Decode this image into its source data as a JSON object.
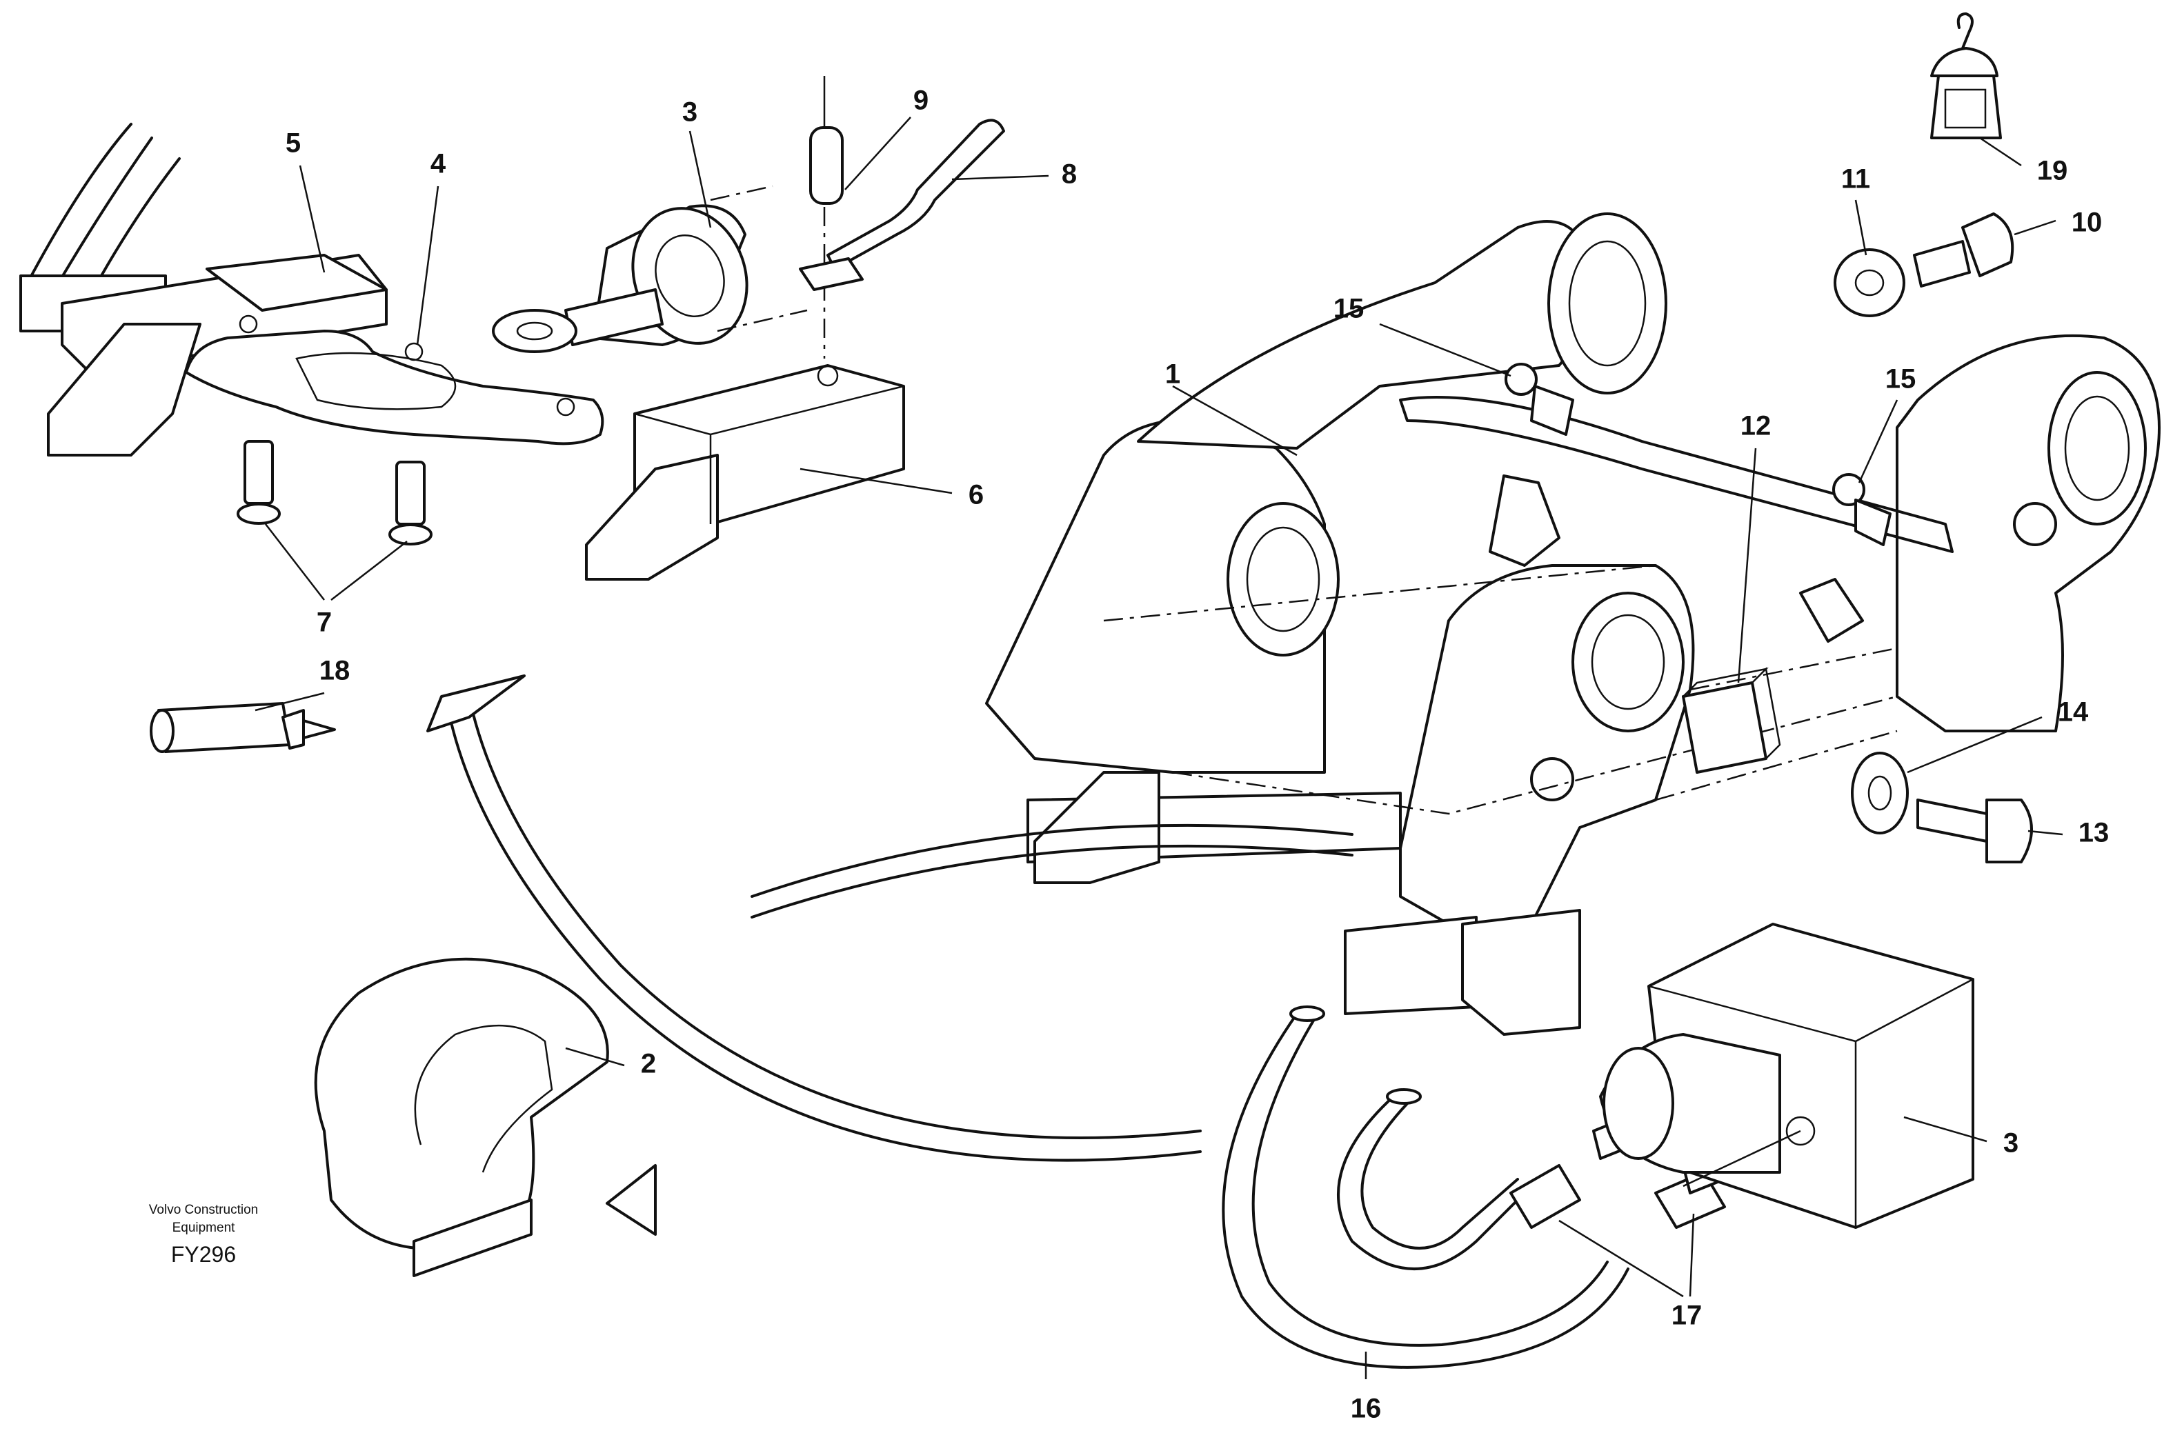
{
  "figure": {
    "brand_line1": "Volvo Construction",
    "brand_line2": "Equipment",
    "code": "FY296"
  },
  "callouts": [
    {
      "id": "c1",
      "label": "1"
    },
    {
      "id": "c2",
      "label": "2"
    },
    {
      "id": "c3a",
      "label": "3"
    },
    {
      "id": "c3b",
      "label": "3"
    },
    {
      "id": "c4",
      "label": "4"
    },
    {
      "id": "c5",
      "label": "5"
    },
    {
      "id": "c6",
      "label": "6"
    },
    {
      "id": "c7",
      "label": "7"
    },
    {
      "id": "c8",
      "label": "8"
    },
    {
      "id": "c9",
      "label": "9"
    },
    {
      "id": "c10",
      "label": "10"
    },
    {
      "id": "c11",
      "label": "11"
    },
    {
      "id": "c12",
      "label": "12"
    },
    {
      "id": "c13",
      "label": "13"
    },
    {
      "id": "c14",
      "label": "14"
    },
    {
      "id": "c15a",
      "label": "15"
    },
    {
      "id": "c15b",
      "label": "15"
    },
    {
      "id": "c16",
      "label": "16"
    },
    {
      "id": "c17",
      "label": "17"
    },
    {
      "id": "c18",
      "label": "18"
    },
    {
      "id": "c19",
      "label": "19"
    }
  ]
}
